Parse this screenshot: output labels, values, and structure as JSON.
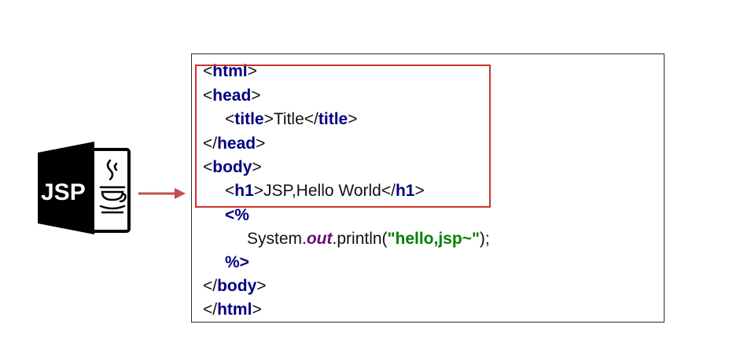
{
  "icon": {
    "name": "jsp-file-icon",
    "label": "JSP"
  },
  "arrow": {
    "color": "#c0504d"
  },
  "highlight": {
    "color": "#d0302b"
  },
  "code": {
    "lines": [
      {
        "indent": 0,
        "parts": [
          {
            "t": "<",
            "c": "plain"
          },
          {
            "t": "html",
            "c": "tag"
          },
          {
            "t": ">",
            "c": "plain"
          }
        ]
      },
      {
        "indent": 0,
        "parts": [
          {
            "t": "<",
            "c": "plain"
          },
          {
            "t": "head",
            "c": "tag"
          },
          {
            "t": ">",
            "c": "plain"
          }
        ]
      },
      {
        "indent": 1,
        "parts": [
          {
            "t": "<",
            "c": "plain"
          },
          {
            "t": "title",
            "c": "tag"
          },
          {
            "t": ">Title</",
            "c": "plain"
          },
          {
            "t": "title",
            "c": "tag"
          },
          {
            "t": ">",
            "c": "plain"
          }
        ]
      },
      {
        "indent": 0,
        "parts": [
          {
            "t": "</",
            "c": "plain"
          },
          {
            "t": "head",
            "c": "tag"
          },
          {
            "t": ">",
            "c": "plain"
          }
        ]
      },
      {
        "indent": 0,
        "parts": [
          {
            "t": "<",
            "c": "plain"
          },
          {
            "t": "body",
            "c": "tag"
          },
          {
            "t": ">",
            "c": "plain"
          }
        ]
      },
      {
        "indent": 1,
        "parts": [
          {
            "t": "<",
            "c": "plain"
          },
          {
            "t": "h1",
            "c": "tag"
          },
          {
            "t": ">JSP,Hello World</",
            "c": "plain"
          },
          {
            "t": "h1",
            "c": "tag"
          },
          {
            "t": ">",
            "c": "plain"
          }
        ]
      },
      {
        "indent": 1,
        "parts": [
          {
            "t": "<%",
            "c": "kw"
          }
        ]
      },
      {
        "indent": 2,
        "parts": [
          {
            "t": "System.",
            "c": "plain"
          },
          {
            "t": "out",
            "c": "field"
          },
          {
            "t": ".println(",
            "c": "plain"
          },
          {
            "t": "\"hello,jsp~\"",
            "c": "str"
          },
          {
            "t": ");",
            "c": "plain"
          }
        ]
      },
      {
        "indent": 1,
        "parts": [
          {
            "t": "%>",
            "c": "kw"
          }
        ]
      },
      {
        "indent": 0,
        "parts": [
          {
            "t": "</",
            "c": "plain"
          },
          {
            "t": "body",
            "c": "tag"
          },
          {
            "t": ">",
            "c": "plain"
          }
        ]
      },
      {
        "indent": 0,
        "parts": [
          {
            "t": "</",
            "c": "plain"
          },
          {
            "t": "html",
            "c": "tag"
          },
          {
            "t": ">",
            "c": "plain"
          }
        ]
      }
    ]
  }
}
